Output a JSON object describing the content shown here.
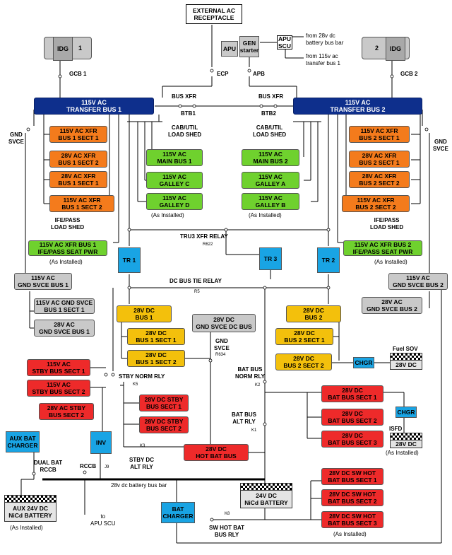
{
  "top": {
    "external_ac": "EXTERNAL AC\nRECEPTACLE",
    "idg1": {
      "label": "IDG",
      "number": "1"
    },
    "idg2": {
      "label": "IDG",
      "number": "2"
    },
    "apu": "APU",
    "gen_starter": "GEN\nstarter",
    "apu_scu": "APU\nSCU",
    "from_28v": "from 28v dc\nbattery bus bar",
    "from_115v": "from 115v ac\ntransfer bus 1",
    "gcb1": "GCB 1",
    "gcb2": "GCB 2",
    "ecp": "ECP",
    "apb": "APB",
    "bus_xfr": "BUS XFR",
    "btb1": "BTB1",
    "btb2": "BTB2"
  },
  "buses": {
    "transfer1": "115V AC\nTRANSFER BUS 1",
    "transfer2": "115V AC\nTRANSFER BUS 2"
  },
  "boxes": {
    "l1": "115V AC XFR\nBUS 1 SECT 1",
    "l2": "28V AC XFR\nBUS 1 SECT 2",
    "l3": "28V AC XFR\nBUS 1 SECT 1",
    "l4": "115V AC XFR\nBUS 1 SECT 2",
    "g1": "115V AC\nMAIN BUS 1",
    "g2": "115V AC\nGALLEY C",
    "g3": "115V AC\nGALLEY D",
    "g4": "115V AC\nMAIN BUS 2",
    "g5": "115V AC\nGALLEY A",
    "g6": "115V AC\nGALLEY B",
    "r1": "115V AC XFR\nBUS 2 SECT 1",
    "r2": "28V AC XFR\nBUS 2 SECT 1",
    "r3": "28V AC XFR\nBUS 2 SECT 2",
    "r4": "115V AC XFR\nBUS 2 SECT 2",
    "ife1": "115V AC XFR BUS 1\nIFE/PASS SEAT PWR",
    "ife2": "115V AC XFR BUS 2\nIFE/PASS SEAT PWR",
    "gs1": "115V AC\nGND SVCE BUS 1",
    "gs2": "115V AC GND SVCE\nBUS 1 SECT 1",
    "gs3": "28V AC\nGND SVCE BUS 1",
    "gs4": "115V AC\nGND SVCE BUS 2",
    "gs5": "28V AC\nGND SVCE BUS 2",
    "y1": "28V DC\nBUS 1",
    "y2": "28V DC\nBUS 1 SECT 1",
    "y3": "28V DC\nBUS 1 SECT 2",
    "gsdc": "28V DC\nGND SVCE DC BUS",
    "y4": "28V DC\nBUS 2",
    "y5": "28V DC\nBUS 2 SECT 1",
    "y6": "28V DC\nBUS 2 SECT 2",
    "s1": "115V AC\nSTBY BUS SECT 1",
    "s2": "115V AC\nSTBY BUS SECT 2",
    "s3": "28V AC STBY\nBUS SECT 2",
    "s4": "28V DC STBY\nBUS SECT 1",
    "s5": "28V DC STBY\nBUS SECT 2",
    "hot": "28V DC\nHOT BAT BUS",
    "b1": "28V DC\nBAT BUS SECT 1",
    "b2": "28V DC\nBAT BUS SECT 2",
    "b3": "28V DC\nBAT BUS SECT 3",
    "h1": "28V DC SW HOT\nBAT BUS SECT 1",
    "h2": "28V DC SW HOT\nBAT BUS SECT 2",
    "h3": "28V DC SW HOT\nBAT BUS SECT 3"
  },
  "labels": {
    "gnd_svce": "GND\nSVCE",
    "cab_util": "CAB/UTIL\nLOAD SHED",
    "as_installed": "(As Installed)",
    "ife_pass": "IFE/PASS\nLOAD SHED",
    "tru3_relay": "TRU3 XFR RELAY",
    "r622": "R622",
    "tr1": "TR 1",
    "tr2": "TR 2",
    "tr3": "TR 3",
    "dc_tie": "DC BUS TIE RELAY",
    "r5": "R5",
    "r634": "R634",
    "chgr": "CHGR",
    "fuel_sov": "Fuel SOV",
    "dc28": "28V DC",
    "stby_norm": "STBY NORM RLY",
    "k5": "K5",
    "k3": "K3",
    "stby_alt": "STBY DC\nALT RLY",
    "bat_norm": "BAT BUS\nNORM RLY",
    "k2": "K2",
    "bat_alt": "BAT BUS\nALT RLY",
    "k1": "K1",
    "isfd": "ISFD",
    "aux_charger": "AUX BAT\nCHARGER",
    "inv": "INV",
    "dual_rccb": "DUAL BAT\nRCCB",
    "rccb": "RCCB",
    "j9": "J9",
    "bus_bar": "28v dc battery bus bar",
    "aux_battery": "AUX  24V DC\nNiCd BATTERY",
    "to_apu": "to\nAPU SCU",
    "main_battery": "24V DC\nNiCd  BATTERY",
    "bat_charger": "BAT\nCHARGER",
    "k8": "K8",
    "sw_hot_rly": "SW HOT BAT\nBUS RLY"
  }
}
